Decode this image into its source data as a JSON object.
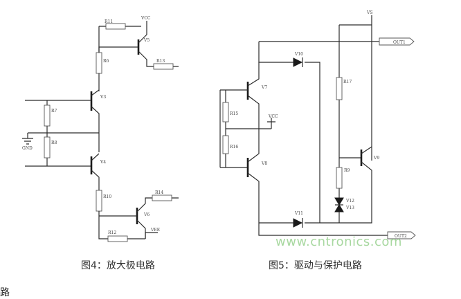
{
  "figure4": {
    "caption": "图4：放大极电路",
    "labels": {
      "r11": "R11",
      "v5": "V5",
      "vcc_top": "VCC",
      "r6": "R6",
      "r13": "R13",
      "v3": "V3",
      "r7": "R7",
      "r8": "R8",
      "gnd": "GND",
      "v4": "V4",
      "r10": "R10",
      "r14": "R14",
      "v6": "V6",
      "r12": "R12",
      "vee": "VEE"
    }
  },
  "figure5": {
    "caption": "图5：驱动与保护电路",
    "labels": {
      "vs": "VS",
      "out1": "OUT1",
      "v7": "V7",
      "v10": "V10",
      "r17": "R17",
      "r15": "R15",
      "vcc": "VCC",
      "r16": "R16",
      "v8": "V8",
      "r9": "R9",
      "v9": "V9",
      "v12": "V12",
      "v13": "V13",
      "v11": "V11",
      "out2": "OUT2"
    }
  },
  "watermark": "www.cntronics.com",
  "footer_text": "路"
}
